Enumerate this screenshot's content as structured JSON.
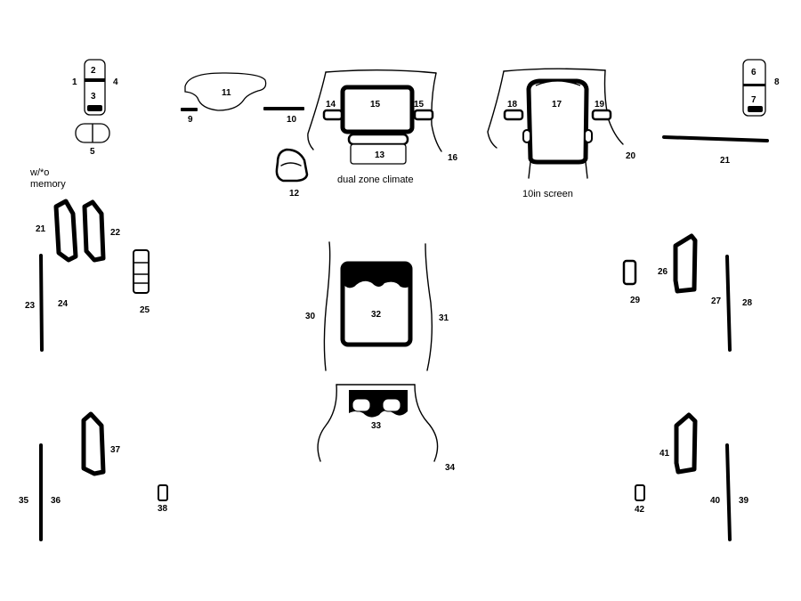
{
  "labels": {
    "l1": "1",
    "l2": "2",
    "l3": "3",
    "l4": "4",
    "l5": "5",
    "l6": "6",
    "l7": "7",
    "l8": "8",
    "l9": "9",
    "l10": "10",
    "l11": "11",
    "l12": "12",
    "l13": "13",
    "l14": "14",
    "l15a": "15",
    "l15b": "15",
    "l16": "16",
    "l17": "17",
    "l18": "18",
    "l19": "19",
    "l20": "20",
    "l21a": "21",
    "l21b": "21",
    "l22": "22",
    "l23": "23",
    "l24": "24",
    "l25": "25",
    "l26": "26",
    "l27": "27",
    "l28": "28",
    "l29": "29",
    "l30": "30",
    "l31": "31",
    "l32": "32",
    "l33": "33",
    "l34": "34",
    "l35": "35",
    "l36": "36",
    "l37": "37",
    "l38": "38",
    "l39": "39",
    "l40": "40",
    "l41": "41",
    "l42": "42"
  },
  "captions": {
    "dual_zone": "dual zone climate",
    "ten_inch": "10in screen",
    "memory_line1": "w/*o",
    "memory_line2": "memory"
  }
}
